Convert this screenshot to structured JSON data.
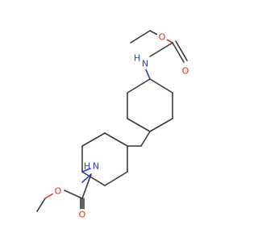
{
  "atoms": {
    "n1": {
      "label": "N",
      "hydrogen": "H",
      "color": "#2a40d8"
    },
    "n2": {
      "label": "N",
      "hydrogen": "H",
      "color": "#2a40d8"
    },
    "o_carbonyl_1": {
      "label": "O",
      "color": "#e0301e"
    },
    "o_ester_1": {
      "label": "O",
      "color": "#e0301e"
    },
    "o_carbonyl_2": {
      "label": "O",
      "color": "#e0301e"
    },
    "o_ester_2": {
      "label": "O",
      "color": "#e0301e"
    }
  },
  "colors": {
    "bond": "#3a3a3a",
    "nitrogen": "#2a40d8",
    "oxygen": "#e0301e",
    "background": "#ffffff"
  }
}
